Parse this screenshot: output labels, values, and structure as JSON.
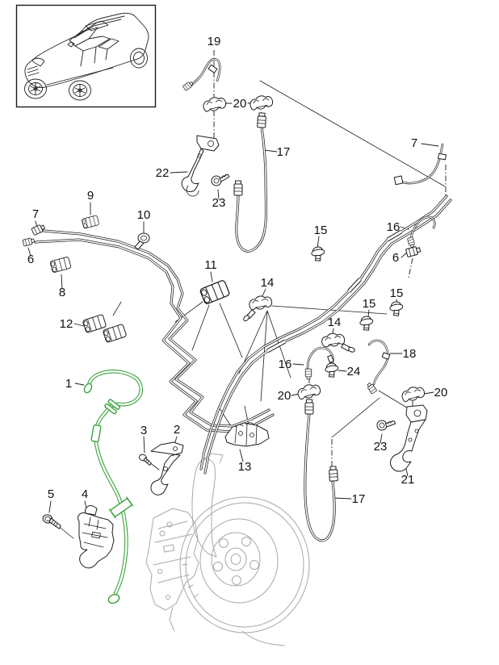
{
  "figure": {
    "kind": "parts-diagram",
    "background": "#ffffff",
    "line_color": "#1c1c1c",
    "highlight_color": "#3aa23a",
    "ghost_color": "#a8a8a8"
  },
  "vehicle_inset": {
    "icon": "suv-three-quarter-outline-icon"
  },
  "callouts": [
    {
      "label": "19"
    },
    {
      "label": "20"
    },
    {
      "label": "22"
    },
    {
      "label": "23"
    },
    {
      "label": "17"
    },
    {
      "label": "7"
    },
    {
      "label": "9"
    },
    {
      "label": "10"
    },
    {
      "label": "6"
    },
    {
      "label": "8"
    },
    {
      "label": "12"
    },
    {
      "label": "11"
    },
    {
      "label": "15"
    },
    {
      "label": "14"
    },
    {
      "label": "7"
    },
    {
      "label": "16"
    },
    {
      "label": "6"
    },
    {
      "label": "15"
    },
    {
      "label": "15"
    },
    {
      "label": "14"
    },
    {
      "label": "16"
    },
    {
      "label": "24"
    },
    {
      "label": "18"
    },
    {
      "label": "20"
    },
    {
      "label": "20"
    },
    {
      "label": "23"
    },
    {
      "label": "21"
    },
    {
      "label": "17"
    },
    {
      "label": "13"
    },
    {
      "label": "1"
    },
    {
      "label": "3"
    },
    {
      "label": "2"
    },
    {
      "label": "5"
    },
    {
      "label": "4"
    }
  ]
}
